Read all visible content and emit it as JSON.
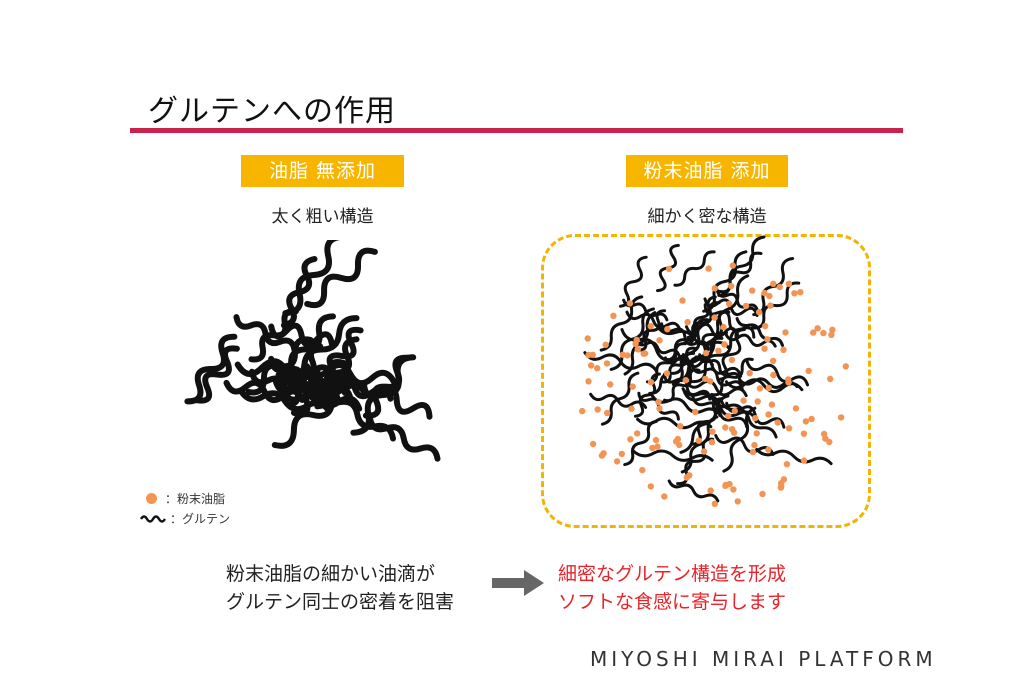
{
  "title": "グルテンへの作用",
  "colors": {
    "title_rule": "#c8234a",
    "badge": "#f7b500",
    "dashed_border": "#f2b400",
    "fat_particle": "#f39454",
    "highlight_text": "#e8242a"
  },
  "left_panel": {
    "badge": "油脂 無添加",
    "subtitle": "太く粗い構造"
  },
  "right_panel": {
    "badge": "粉末油脂 添加",
    "subtitle": "細かく密な構造"
  },
  "legend": {
    "particle_label": "：粉末油脂",
    "gluten_label": "：グルテン"
  },
  "description_left": {
    "line1": "粉末油脂の細かい油滴が",
    "line2": "グルテン同士の密着を阻害"
  },
  "description_right": {
    "line1": "細密なグルテン構造を形成",
    "line2": "ソフトな食感に寄与します"
  },
  "icons": {
    "arrow": "arrow-right-icon"
  },
  "footer": "MIYOSHI MIRAI PLATFORM"
}
